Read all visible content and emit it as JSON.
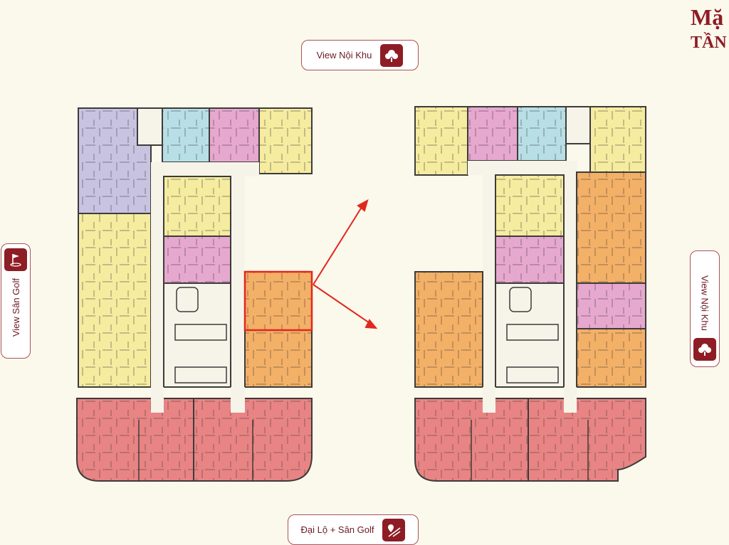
{
  "heading": {
    "line1": "Mặ",
    "line2": "TẦN"
  },
  "views": {
    "top": {
      "label": "View Nội Khu",
      "icon": "tree-icon"
    },
    "bottom": {
      "label": "Đại Lộ + Sân Golf",
      "icon": "road-pin-icon"
    },
    "left": {
      "label": "View Sân Golf",
      "icon": "golf-flag-icon"
    },
    "right": {
      "label": "View Nội Khu",
      "icon": "tree-icon"
    }
  },
  "colors": {
    "accent": "#8e1c25",
    "lavender": "#c9c3e2",
    "blue": "#b8dfe6",
    "pink": "#e7a8cf",
    "yellow": "#f5eca0",
    "orange": "#f3b067",
    "red": "#e98484",
    "wall": "#3e3b3b",
    "highlight": "#e0281e"
  }
}
